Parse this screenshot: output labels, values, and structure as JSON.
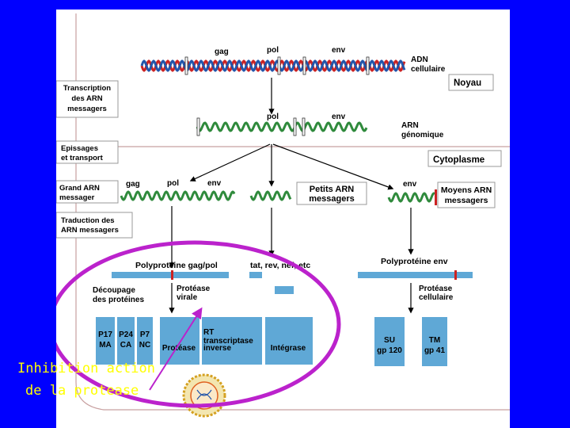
{
  "dna": {
    "gag": "gag",
    "pol": "pol",
    "env": "env",
    "label_line1": "ADN",
    "label_line2": "cellulaire"
  },
  "noyau": "Noyau",
  "cytoplasme": "Cytoplasme",
  "left_boxes": {
    "transcription": [
      "Transcription",
      "des ARN",
      "messagers"
    ],
    "epissages": [
      "Epissages",
      "et transport"
    ],
    "grand_arn": [
      "Grand ARN",
      "messager"
    ],
    "traduction": [
      "Traduction des",
      "ARN messagers"
    ]
  },
  "rna_genomic": {
    "pol": "pol",
    "env": "env",
    "label_line1": "ARN",
    "label_line2": "génomique"
  },
  "grand_mrna_labels": {
    "gag": "gag",
    "pol": "pol",
    "env": "env"
  },
  "petits_arn": [
    "Petits ARN",
    "messagers"
  ],
  "moyens_arn": {
    "env": "env",
    "lines": [
      "Moyens ARN",
      "messagers"
    ]
  },
  "polyprot_gag_pol": "Polyprotéine  gag/pol",
  "small_proteins": "tat, rev, nef, etc",
  "polyprot_env": "Polyprotéine env",
  "decoupage": [
    "Découpage",
    "des protéines"
  ],
  "protease_virale": [
    "Protéase",
    "virale"
  ],
  "protease_cellulaire": [
    "Protéase",
    "cellulaire"
  ],
  "proteins": {
    "p17": [
      "P17",
      "MA"
    ],
    "p24": [
      "P24",
      "CA"
    ],
    "p7": [
      "P7",
      "NC"
    ],
    "protease": "Protéase",
    "rt": [
      "RT",
      "transcriptase",
      "inverse"
    ],
    "integrase": "Intégrase",
    "su": [
      "SU",
      "gp 120"
    ],
    "tm": [
      "TM",
      "gp 41"
    ]
  },
  "annotation": [
    "Inhibition action",
    "de la protease"
  ],
  "colors": {
    "background": "#0000ff",
    "protein_blue": "#5fa8d6",
    "helix_green": "#2f8a3c",
    "dna_red": "#cc2222",
    "dna_blue": "#2255aa",
    "ellipse": "#bb22cc",
    "annotation_text": "#ffff00"
  }
}
